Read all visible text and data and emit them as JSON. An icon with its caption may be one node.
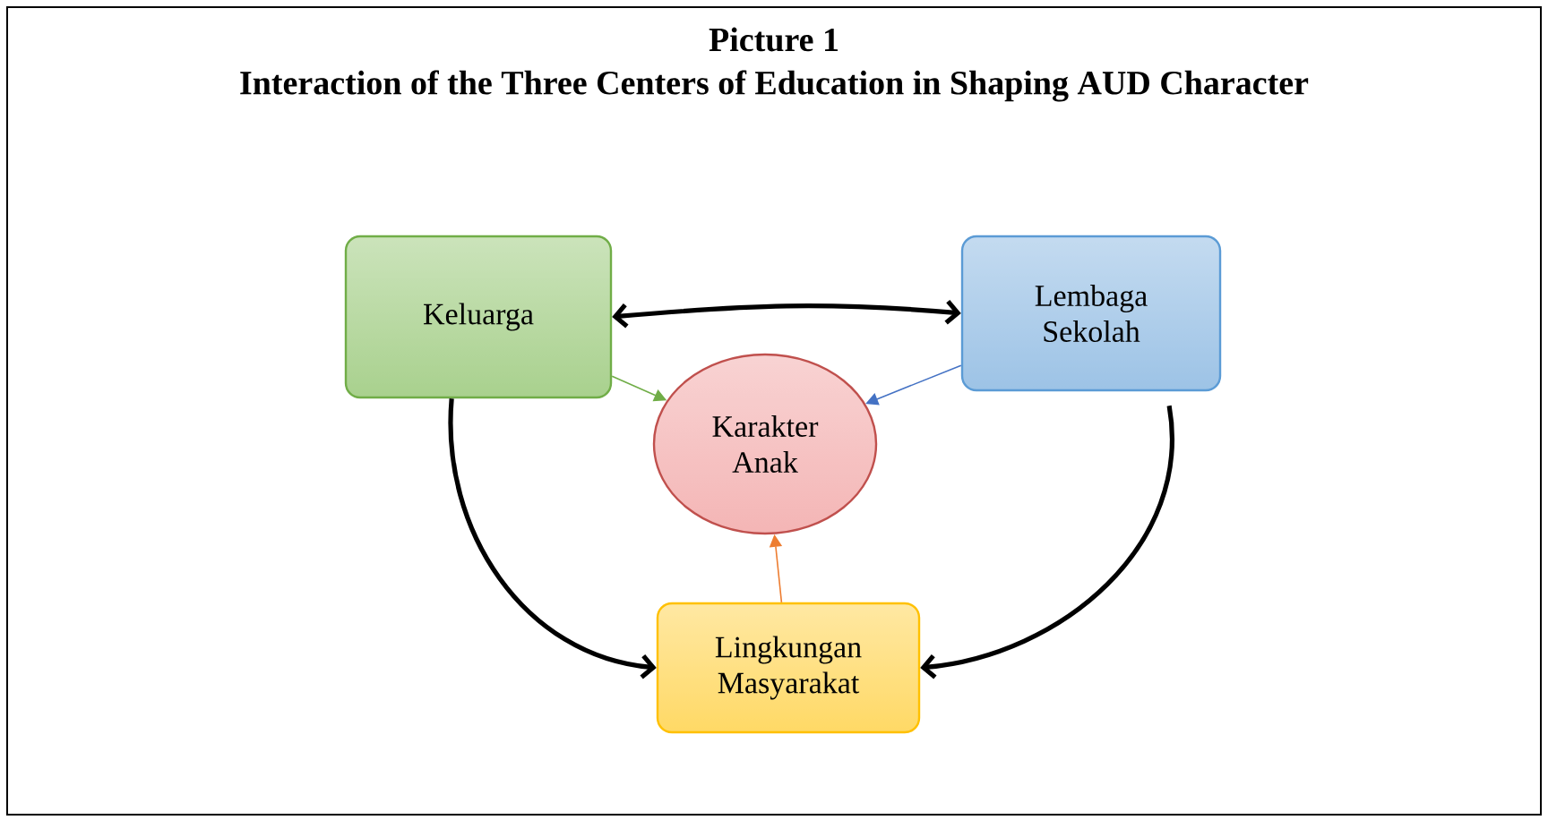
{
  "diagram": {
    "title": "Picture 1",
    "caption": "Interaction of the Three Centers of Education in Shaping AUD Character",
    "nodes": [
      {
        "text": [
          "Keluarga"
        ]
      },
      {
        "text": [
          "Lembaga Sekolah"
        ]
      },
      {
        "text": [
          "Karakter Anak"
        ]
      },
      {
        "text": [
          "Lingkungan Masyarakat"
        ]
      }
    ],
    "edges": [
      {
        "from": 0,
        "to": 1,
        "arrow": "both",
        "style": "thick"
      },
      {
        "from": 0,
        "to": 2,
        "arrow": "to",
        "color": "#70ad47"
      },
      {
        "from": 1,
        "to": 2,
        "arrow": "to",
        "color": "#4472c4"
      },
      {
        "from": 3,
        "to": 2,
        "arrow": "to",
        "color": "#ed7d31"
      },
      {
        "from": 0,
        "to": 3,
        "arrow": "to",
        "style": "thick"
      },
      {
        "from": 1,
        "to": 3,
        "arrow": "to",
        "style": "thick"
      }
    ]
  }
}
